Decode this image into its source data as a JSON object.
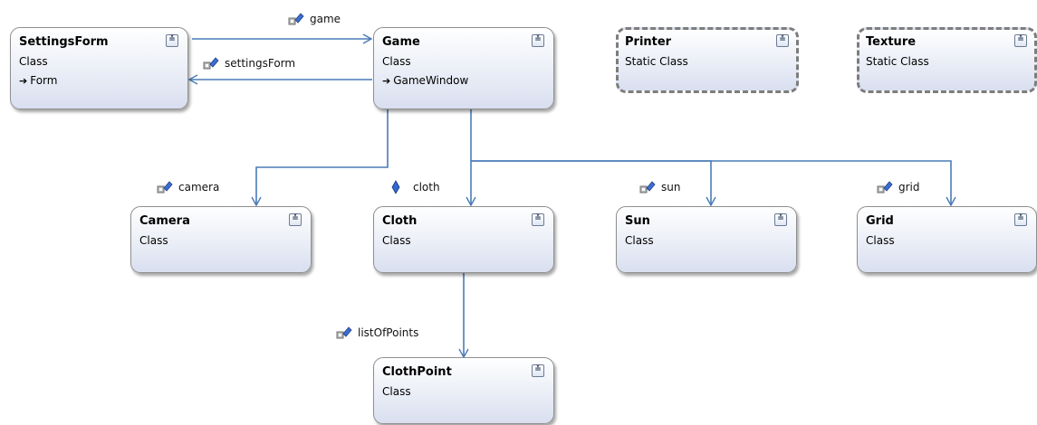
{
  "classes": {
    "settings_form": {
      "name": "SettingsForm",
      "kind": "Class",
      "base": "Form"
    },
    "game": {
      "name": "Game",
      "kind": "Class",
      "base": "GameWindow"
    },
    "printer": {
      "name": "Printer",
      "kind": "Static Class"
    },
    "texture": {
      "name": "Texture",
      "kind": "Static Class"
    },
    "camera": {
      "name": "Camera",
      "kind": "Class"
    },
    "cloth": {
      "name": "Cloth",
      "kind": "Class"
    },
    "sun": {
      "name": "Sun",
      "kind": "Class"
    },
    "grid": {
      "name": "Grid",
      "kind": "Class"
    },
    "cloth_point": {
      "name": "ClothPoint",
      "kind": "Class"
    }
  },
  "associations": {
    "game": "game",
    "settings_form": "settingsForm",
    "camera": "camera",
    "cloth": "cloth",
    "sun": "sun",
    "grid": "grid",
    "list_of_points": "listOfPoints"
  },
  "icons": {
    "inheritance": "inherits-arrow-icon",
    "property": "property-icon",
    "field": "field-icon",
    "toggle": "chevron-double-down-icon"
  },
  "colors": {
    "connector": "#4a7bb7",
    "box_border": "#8f8f8f",
    "static_border": "#7d7d7d"
  }
}
